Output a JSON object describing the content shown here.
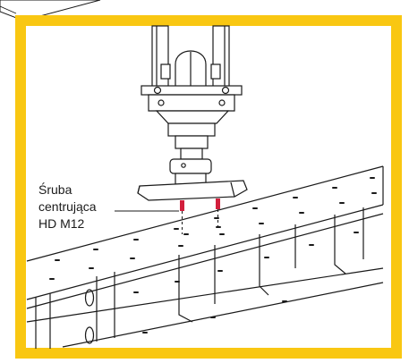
{
  "colors": {
    "frame": "#F9C712",
    "line": "#1a1a1a",
    "screw_tip": "#d21f3c"
  },
  "annotation": {
    "line1": "Śruba",
    "line2": "centrująca",
    "line3": "HD M12"
  }
}
